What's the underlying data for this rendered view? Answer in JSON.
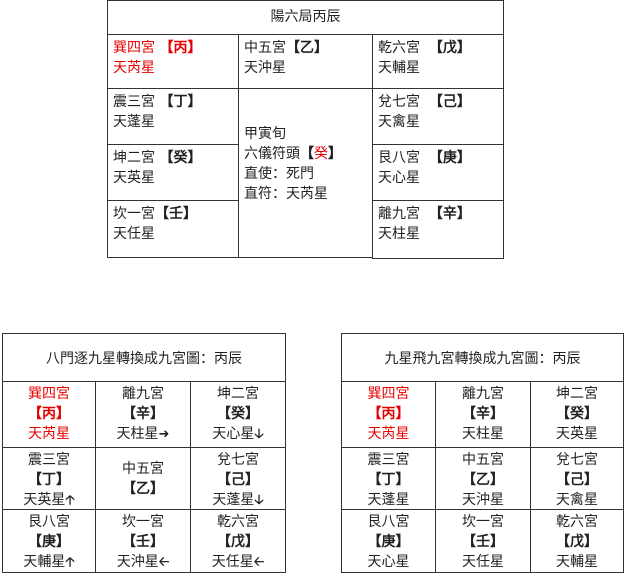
{
  "top_chart": {
    "title": "陽六局丙辰",
    "cells": {
      "xun4": {
        "palace": "巽四宮",
        "stem": "【丙】",
        "star": "天芮星",
        "highlight": true
      },
      "zhong5": {
        "palace": "中五宮",
        "stem": "【乙】",
        "star": "天沖星"
      },
      "qian6": {
        "palace": "乾六宮",
        "stem": "【戊】",
        "star": "天輔星"
      },
      "zhen3": {
        "palace": "震三宮",
        "stem": "【丁】",
        "star": "天蓬星"
      },
      "dui7": {
        "palace": "兌七宮",
        "stem": "【己】",
        "star": "天禽星"
      },
      "kun2": {
        "palace": "坤二宮",
        "stem": "【癸】",
        "star": "天英星"
      },
      "gen8": {
        "palace": "艮八宮",
        "stem": "【庚】",
        "star": "天心星"
      },
      "kan1": {
        "palace": "坎一宮",
        "stem": "【壬】",
        "star": "天任星"
      },
      "li9": {
        "palace": "離九宮",
        "stem": "【辛】",
        "star": "天柱星"
      }
    },
    "center": {
      "xun": "甲寅旬",
      "fu_tou_label": "六儀符頭",
      "fu_tou_open": "【",
      "fu_tou_stem": "癸",
      "fu_tou_close": "】",
      "zhi_shi": "直使：死門",
      "zhi_fu": "直符：天芮星"
    }
  },
  "left_grid": {
    "title": "八門逐九星轉換成九宮圖：丙辰",
    "rows": [
      [
        {
          "palace": "巽四宮",
          "stem": "【丙】",
          "star": "天芮星",
          "arrow": "",
          "highlight": true
        },
        {
          "palace": "離九宮",
          "stem": "【辛】",
          "star": "天柱星",
          "arrow": "➜"
        },
        {
          "palace": "坤二宮",
          "stem": "【癸】",
          "star": "天心星",
          "arrow": "🡣"
        }
      ],
      [
        {
          "palace": "震三宮",
          "stem": "【丁】",
          "star": "天英星",
          "arrow": "🡡"
        },
        {
          "palace": "中五宮",
          "stem": "【乙】",
          "star": "",
          "arrow": ""
        },
        {
          "palace": "兌七宮",
          "stem": "【己】",
          "star": "天蓬星",
          "arrow": "🡣"
        }
      ],
      [
        {
          "palace": "艮八宮",
          "stem": "【庚】",
          "star": "天輔星",
          "arrow": "🡡"
        },
        {
          "palace": "坎一宮",
          "stem": "【壬】",
          "star": "天沖星",
          "arrow": "🡠"
        },
        {
          "palace": "乾六宮",
          "stem": "【戊】",
          "star": "天任星",
          "arrow": "🡠"
        }
      ]
    ]
  },
  "right_grid": {
    "title": "九星飛九宮轉換成九宮圖：丙辰",
    "rows": [
      [
        {
          "palace": "巽四宮",
          "stem": "【丙】",
          "star": "天芮星",
          "highlight": true
        },
        {
          "palace": "離九宮",
          "stem": "【辛】",
          "star": "天柱星"
        },
        {
          "palace": "坤二宮",
          "stem": "【癸】",
          "star": "天英星"
        }
      ],
      [
        {
          "palace": "震三宮",
          "stem": "【丁】",
          "star": "天蓬星"
        },
        {
          "palace": "中五宮",
          "stem": "【乙】",
          "star": "天沖星"
        },
        {
          "palace": "兌七宮",
          "stem": "【己】",
          "star": "天禽星"
        }
      ],
      [
        {
          "palace": "艮八宮",
          "stem": "【庚】",
          "star": "天心星"
        },
        {
          "palace": "坎一宮",
          "stem": "【壬】",
          "star": "天任星"
        },
        {
          "palace": "乾六宮",
          "stem": "【戊】",
          "star": "天輔星"
        }
      ]
    ]
  },
  "colors": {
    "highlight": "#e60000",
    "text": "#222222",
    "border": "#333333"
  }
}
